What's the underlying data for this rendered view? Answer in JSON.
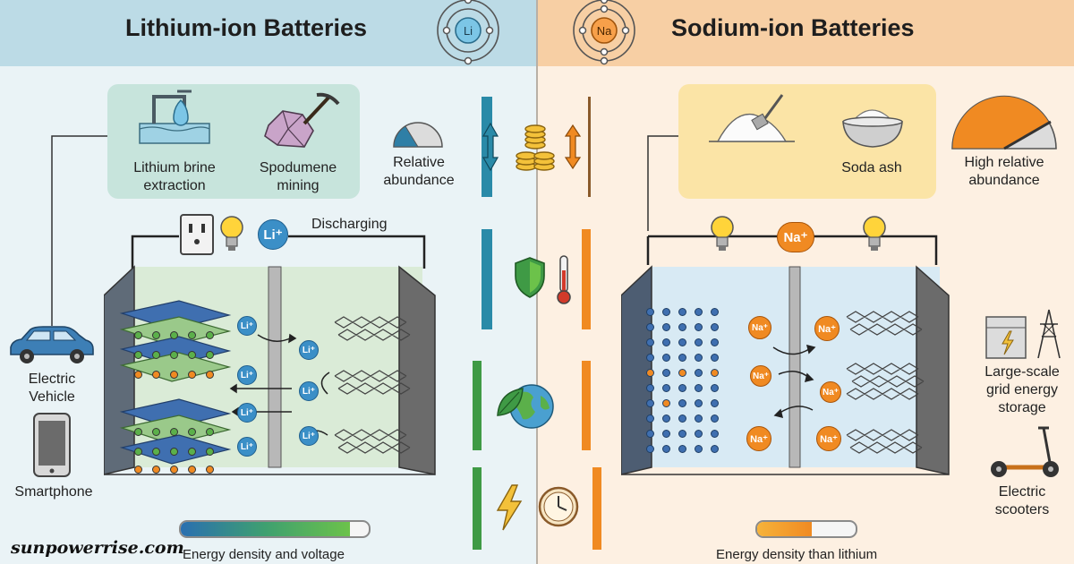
{
  "left": {
    "title": "Lithium-ion Batteries",
    "element_symbol": "Li",
    "sources": [
      {
        "label_line1": "Lithium brine",
        "label_line2": "extraction",
        "icon": "water-drop-icon"
      },
      {
        "label_line1": "Spodumene",
        "label_line2": "mining",
        "icon": "pickaxe-ore-icon"
      }
    ],
    "abundance_line1": "Relative",
    "abundance_line2": "abundance",
    "abundance_level": 0.25,
    "ion_label": "Li⁺",
    "discharging_label": "Discharging",
    "ion_small": "Li⁺",
    "applications": [
      {
        "line1": "Electric",
        "line2": "Vehicle",
        "icon": "car-icon"
      },
      {
        "line1": "Smartphone",
        "line2": "",
        "icon": "smartphone-icon"
      }
    ],
    "metric_label": "Energy density and voltage",
    "metric_level": 0.9
  },
  "right": {
    "title": "Sodium-ion Batteries",
    "element_symbol": "Na",
    "sources": [
      {
        "label_line1": "Soda ash",
        "label_line2": "",
        "icon": "soda-ash-bowl-icon"
      }
    ],
    "abundance_line1": "High relative",
    "abundance_line2": "abundance",
    "abundance_level": 0.9,
    "ion_label": "Na⁺",
    "ion_small": "Na⁺",
    "applications": [
      {
        "line1": "Large-scale",
        "line2": "grid energy",
        "line3": "storage",
        "icon": "grid-storage-icon"
      },
      {
        "line1": "Electric",
        "line2": "scooters",
        "icon": "scooter-icon"
      }
    ],
    "metric_label": "Energy density than lithium",
    "metric_level": 0.55
  },
  "comparison_icons": [
    "coins-cost-icon",
    "shield-safety-icon",
    "earth-leaf-icon",
    "clock-charge-icon"
  ],
  "watermark": "sunpowerrise.com",
  "colors": {
    "lithium_blue": "#3b8fc7",
    "sodium_orange": "#f08a22",
    "left_bg": "#eaf3f6",
    "right_bg": "#fdf0e2",
    "teal_bar": "#2a8aa8",
    "green_bar": "#3f9a45"
  }
}
